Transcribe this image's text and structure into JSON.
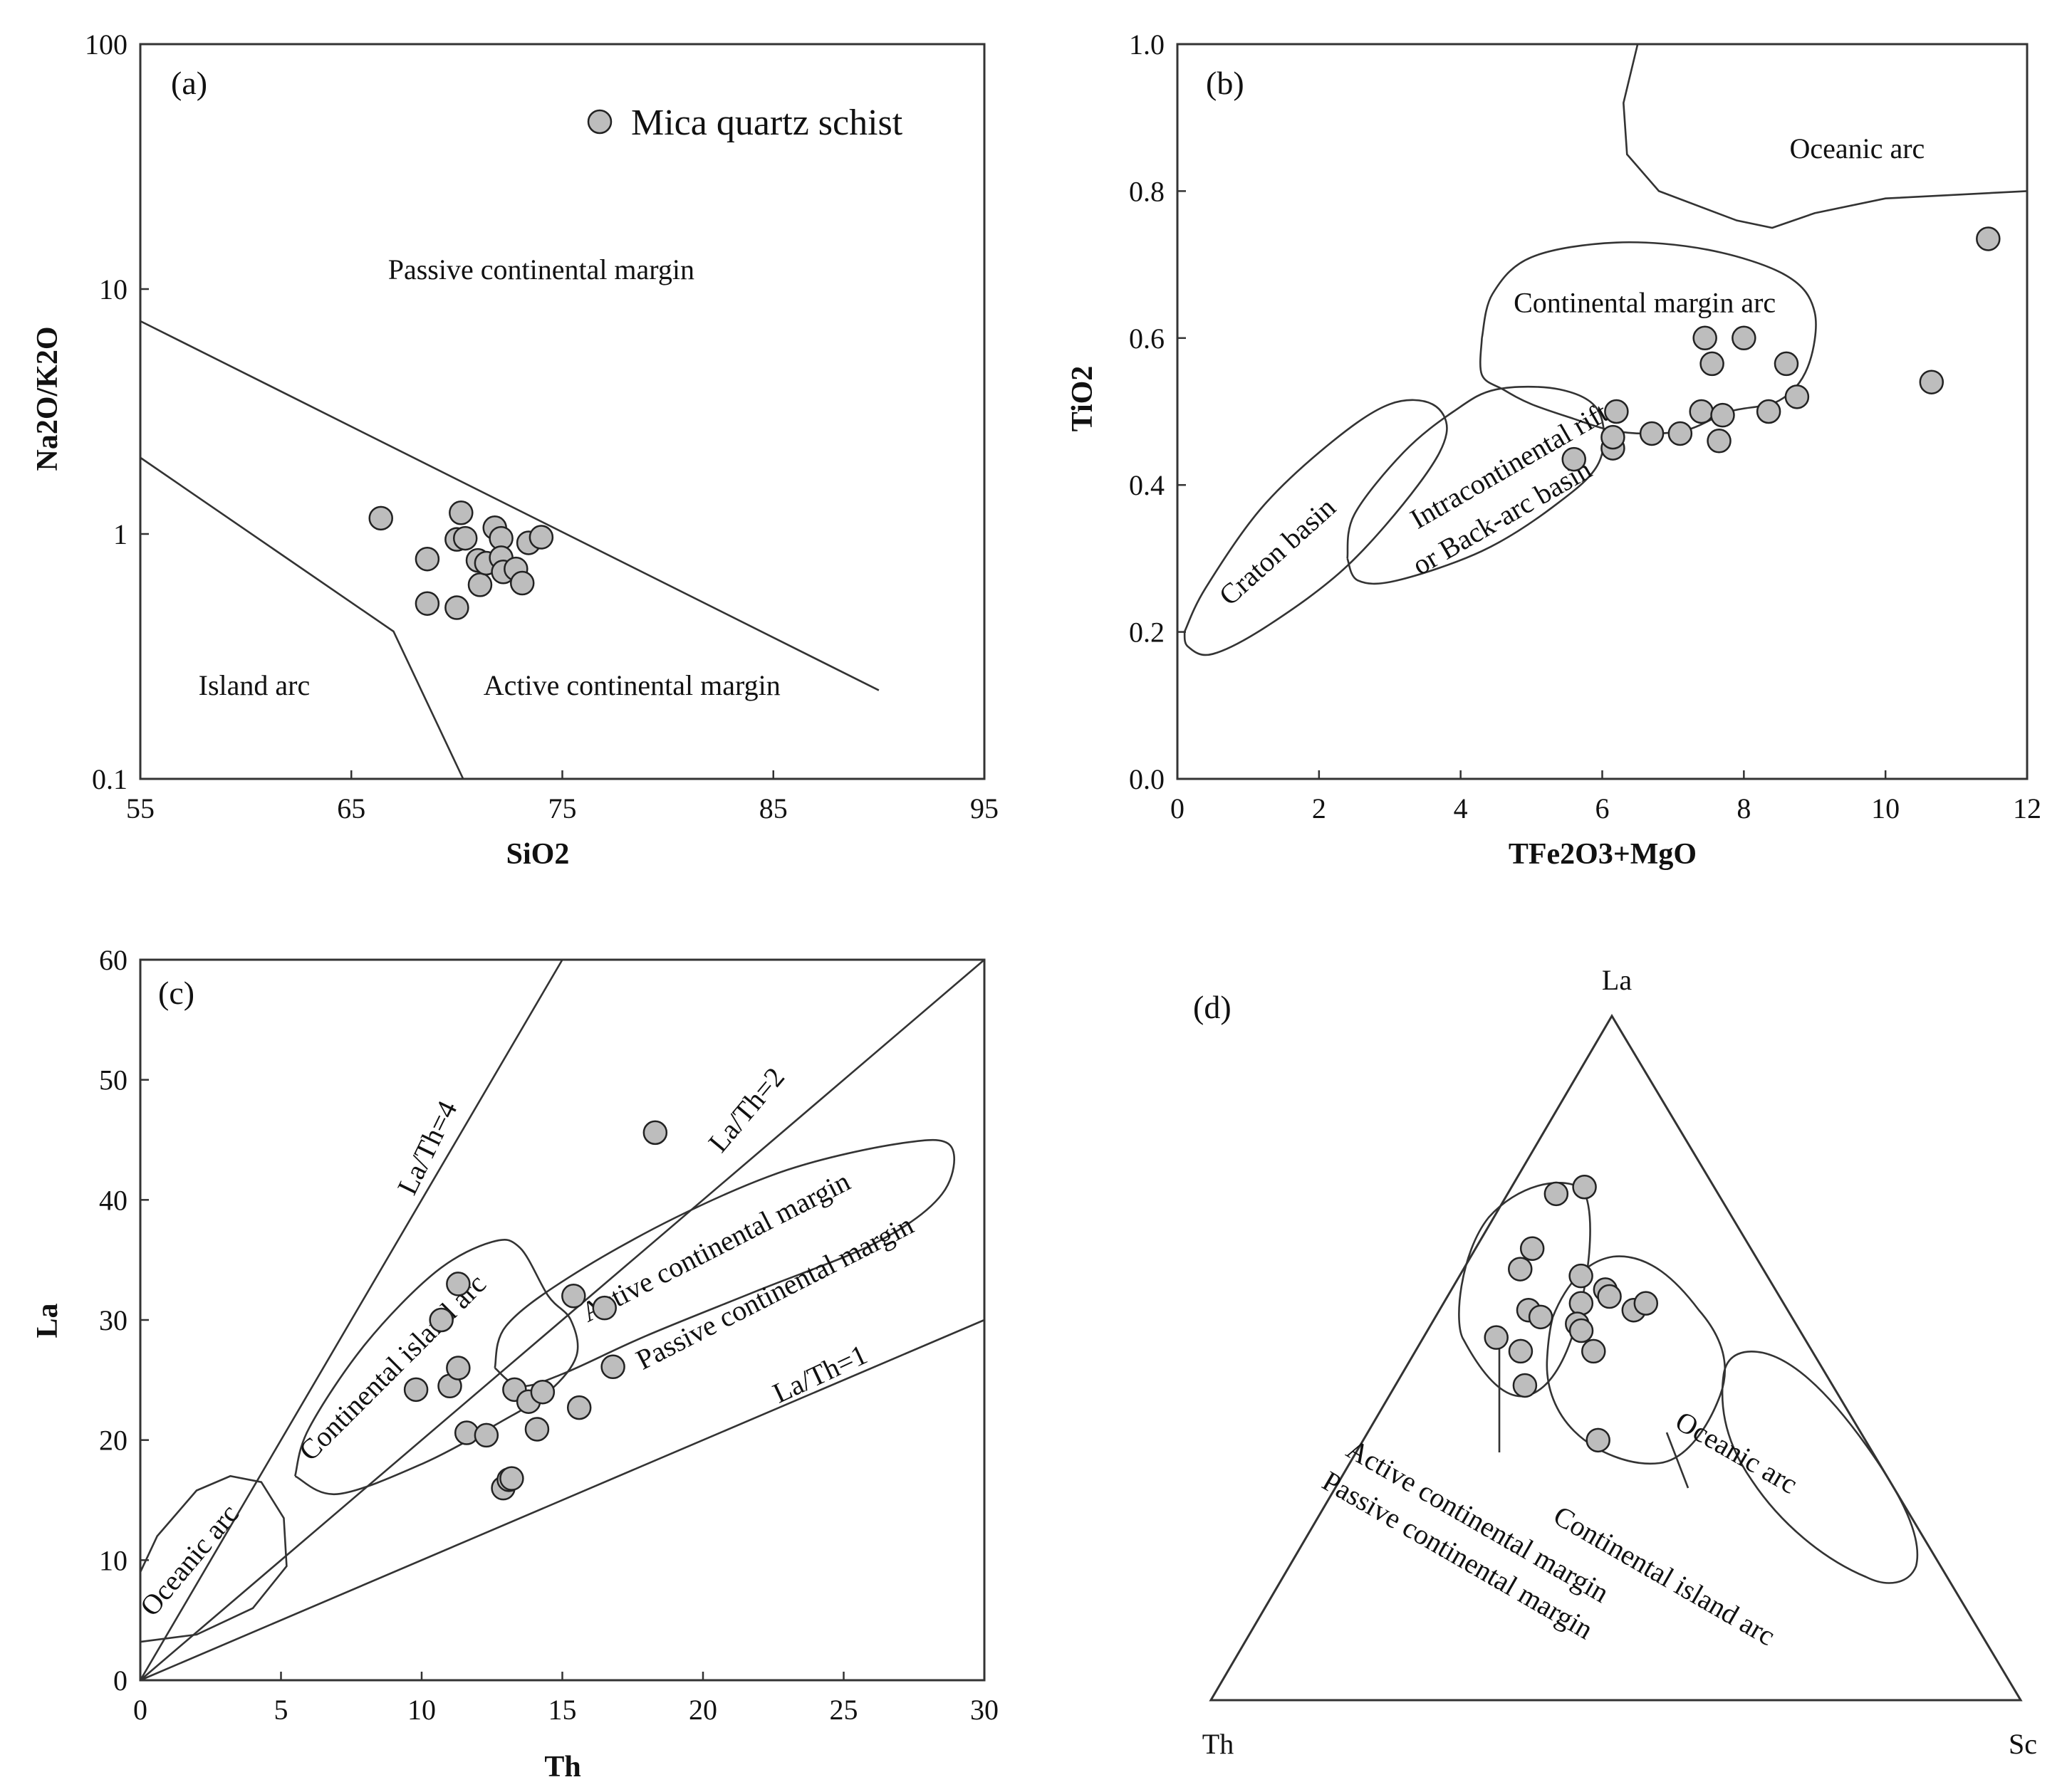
{
  "legend": {
    "label": "Mica quartz schist"
  },
  "chart_data": [
    {
      "id": "a",
      "type": "scatter",
      "panel_label": "(a)",
      "xlabel": "SiO2",
      "ylabel": "Na2O/K2O",
      "xlim": [
        55,
        95
      ],
      "ylim": [
        0.1,
        100
      ],
      "y_scale": "log",
      "x_ticks": [
        "55",
        "65",
        "75",
        "85",
        "95"
      ],
      "y_ticks": [
        "0.1",
        "1",
        "10",
        "100"
      ],
      "regions": [
        {
          "label": "Passive continental margin",
          "x": 74,
          "y": 11
        },
        {
          "label": "Active continental margin",
          "x": 78.3,
          "y": 0.22
        },
        {
          "label": "Island arc",
          "x": 60.4,
          "y": 0.22
        }
      ],
      "boundaries": [
        [
          [
            55,
            7.4
          ],
          [
            90,
            0.23
          ]
        ],
        [
          [
            55,
            2.05
          ],
          [
            67,
            0.4
          ],
          [
            70.3,
            0.1
          ]
        ]
      ],
      "series": [
        {
          "name": "Mica quartz schist",
          "x": [
            66.4,
            68.6,
            68.6,
            70,
            70,
            70.2,
            70.4,
            71,
            71.1,
            71.4,
            71.8,
            72.1,
            72.1,
            72.2,
            72.8,
            73.1,
            73.4,
            74
          ],
          "y": [
            1.16,
            0.79,
            0.52,
            0.95,
            0.5,
            1.22,
            0.96,
            0.78,
            0.62,
            0.76,
            1.06,
            0.96,
            0.8,
            0.7,
            0.72,
            0.63,
            0.92,
            0.97
          ]
        }
      ]
    },
    {
      "id": "b",
      "type": "scatter",
      "panel_label": "(b)",
      "xlabel": "TFe2O3+MgO",
      "ylabel": "TiO2",
      "xlim": [
        0,
        12
      ],
      "ylim": [
        0,
        1.0
      ],
      "x_ticks": [
        "0",
        "2",
        "4",
        "6",
        "8",
        "10",
        "12"
      ],
      "y_ticks": [
        "0.0",
        "0.2",
        "0.4",
        "0.6",
        "0.8",
        "1.0"
      ],
      "regions": [
        {
          "label": "Oceanic arc",
          "x": 9.6,
          "y": 0.845,
          "rot": 0
        },
        {
          "label": "Continental margin arc",
          "x": 6.6,
          "y": 0.635,
          "rot": 0
        },
        {
          "label": "Craton basin",
          "x": 1.5,
          "y": 0.3,
          "rot": -42
        },
        {
          "label": "Intracontinental rift",
          "x": 4.75,
          "y": 0.415,
          "rot": -30
        },
        {
          "label": "or Back-arc basin",
          "x": 4.65,
          "y": 0.345,
          "rot": -30
        }
      ],
      "boundaries": [
        [
          [
            6.5,
            1.0
          ],
          [
            6.3,
            0.92
          ],
          [
            6.35,
            0.85
          ],
          [
            6.8,
            0.8
          ],
          [
            7.9,
            0.76
          ],
          [
            8.4,
            0.75
          ],
          [
            9.0,
            0.77
          ],
          [
            10.0,
            0.79
          ],
          [
            12.0,
            0.8
          ]
        ],
        [
          [
            4.3,
            0.6
          ],
          [
            4.45,
            0.66
          ],
          [
            5.0,
            0.71
          ],
          [
            6.2,
            0.73
          ],
          [
            7.5,
            0.72
          ],
          [
            8.6,
            0.685
          ],
          [
            9.0,
            0.635
          ],
          [
            8.9,
            0.56
          ],
          [
            8.5,
            0.515
          ],
          [
            7.8,
            0.5
          ],
          [
            7.2,
            0.475
          ],
          [
            6.6,
            0.47
          ],
          [
            6.1,
            0.475
          ],
          [
            5.6,
            0.49
          ],
          [
            5.0,
            0.51
          ],
          [
            4.6,
            0.53
          ],
          [
            4.3,
            0.55
          ],
          [
            4.3,
            0.6
          ]
        ],
        [
          [
            0.1,
            0.2
          ],
          [
            0.4,
            0.26
          ],
          [
            1.2,
            0.37
          ],
          [
            2.2,
            0.46
          ],
          [
            3.0,
            0.51
          ],
          [
            3.6,
            0.51
          ],
          [
            3.8,
            0.47
          ],
          [
            3.4,
            0.4
          ],
          [
            2.4,
            0.29
          ],
          [
            1.3,
            0.21
          ],
          [
            0.5,
            0.17
          ],
          [
            0.15,
            0.18
          ],
          [
            0.1,
            0.2
          ]
        ],
        [
          [
            2.4,
            0.3
          ],
          [
            2.5,
            0.36
          ],
          [
            3.2,
            0.445
          ],
          [
            3.9,
            0.5
          ],
          [
            4.5,
            0.53
          ],
          [
            5.4,
            0.53
          ],
          [
            5.95,
            0.5
          ],
          [
            5.95,
            0.43
          ],
          [
            5.3,
            0.37
          ],
          [
            4.3,
            0.31
          ],
          [
            3.1,
            0.27
          ],
          [
            2.55,
            0.27
          ],
          [
            2.4,
            0.3
          ]
        ]
      ],
      "series": [
        {
          "name": "Mica quartz schist",
          "x": [
            5.6,
            6.15,
            6.15,
            6.2,
            6.7,
            7.1,
            7.4,
            7.45,
            7.55,
            7.65,
            7.7,
            8.0,
            8.35,
            8.6,
            8.75,
            10.65,
            11.45
          ],
          "y": [
            0.435,
            0.45,
            0.465,
            0.5,
            0.47,
            0.47,
            0.5,
            0.6,
            0.565,
            0.46,
            0.495,
            0.6,
            0.5,
            0.565,
            0.52,
            0.54,
            0.735
          ]
        }
      ]
    },
    {
      "id": "c",
      "type": "scatter",
      "panel_label": "(c)",
      "xlabel": "Th",
      "ylabel": "La",
      "xlim": [
        0,
        30
      ],
      "ylim": [
        0,
        60
      ],
      "x_ticks": [
        "0",
        "5",
        "10",
        "15",
        "20",
        "25",
        "30"
      ],
      "y_ticks": [
        "0",
        "10",
        "20",
        "30",
        "40",
        "50",
        "60"
      ],
      "ratio_lines": [
        {
          "label": "La/Th=4",
          "slope": 4,
          "x_end": 15,
          "label_x": 10.5,
          "label_y": 44,
          "rot": -64
        },
        {
          "label": "La/Th=2",
          "slope": 2,
          "x_end": 30,
          "label_x": 21.8,
          "label_y": 47,
          "rot": -50
        },
        {
          "label": "La/Th=1",
          "slope": 1,
          "x_end": 30,
          "label_x": 24.3,
          "label_y": 24.8,
          "rot": -25
        }
      ],
      "regions": [
        {
          "label": "Oceanic arc",
          "x": 2.0,
          "y": 9.5,
          "rot": -50
        },
        {
          "label": "Continental island arc",
          "x": 9.2,
          "y": 25.5,
          "rot": -45
        },
        {
          "label": "Active continental margin",
          "x": 20.6,
          "y": 35.4,
          "rot": -27
        },
        {
          "label": "Passive continental margin",
          "x": 22.7,
          "y": 31.6,
          "rot": -27
        }
      ],
      "boundaries": [
        [
          [
            0,
            3.2
          ],
          [
            2.0,
            3.8
          ],
          [
            4.0,
            6.0
          ],
          [
            5.2,
            9.5
          ],
          [
            5.1,
            13.5
          ],
          [
            4.3,
            16.5
          ],
          [
            3.2,
            17.0
          ],
          [
            2.0,
            15.8
          ],
          [
            0.6,
            12.0
          ],
          [
            0,
            9.0
          ]
        ],
        [
          [
            5.5,
            17.0
          ],
          [
            6.0,
            21.0
          ],
          [
            8.0,
            28.0
          ],
          [
            10.5,
            34.0
          ],
          [
            12.5,
            36.5
          ],
          [
            13.5,
            36.0
          ],
          [
            14.5,
            32.0
          ],
          [
            15.3,
            30.0
          ],
          [
            15.5,
            27.0
          ],
          [
            14.5,
            24.0
          ],
          [
            12.8,
            21.5
          ],
          [
            10.0,
            18.0
          ],
          [
            7.0,
            15.5
          ],
          [
            5.5,
            17.0
          ]
        ],
        [
          [
            12.6,
            26.0
          ],
          [
            13.0,
            29.5
          ],
          [
            15.2,
            33.5
          ],
          [
            19.0,
            38.5
          ],
          [
            23.0,
            42.5
          ],
          [
            27.0,
            44.7
          ],
          [
            28.8,
            44.5
          ],
          [
            28.5,
            40.5
          ],
          [
            26.2,
            36.5
          ],
          [
            22.0,
            32.5
          ],
          [
            18.0,
            28.7
          ],
          [
            15.0,
            25.5
          ],
          [
            13.5,
            24.5
          ],
          [
            12.6,
            26.0
          ]
        ]
      ],
      "series": [
        {
          "name": "Mica quartz schist",
          "x": [
            9.8,
            10.7,
            11.0,
            11.3,
            11.3,
            11.6,
            12.3,
            12.9,
            13.1,
            13.2,
            13.3,
            13.8,
            14.1,
            14.3,
            15.4,
            15.6,
            16.5,
            16.8,
            18.3
          ],
          "y": [
            24.2,
            30.0,
            24.5,
            33.0,
            26.0,
            20.6,
            20.4,
            16.0,
            16.7,
            16.8,
            24.2,
            23.2,
            20.9,
            24.0,
            32.0,
            22.7,
            31.0,
            26.1,
            45.6
          ]
        }
      ]
    },
    {
      "id": "d",
      "type": "scatter",
      "subtype": "ternary",
      "panel_label": "(d)",
      "apices": {
        "top": "La",
        "left": "Th",
        "right": "Sc"
      },
      "regions": [
        {
          "label": "Oceanic arc",
          "la": 0.35,
          "th": 0.18,
          "sc": 0.47,
          "rot": 30
        },
        {
          "label": "Continental island arc",
          "la": 0.17,
          "th": 0.36,
          "sc": 0.47,
          "rot": 30
        },
        {
          "label": "Active continental margin",
          "la": 0.25,
          "th": 0.55,
          "sc": 0.2,
          "rot": 30
        },
        {
          "label": "Passive continental margin",
          "la": 0.2,
          "th": 0.6,
          "sc": 0.2,
          "rot": 30
        }
      ],
      "series": [
        {
          "name": "Mica quartz schist",
          "la": [
            0.74,
            0.63,
            0.66,
            0.53,
            0.57,
            0.51,
            0.56,
            0.62,
            0.58,
            0.6,
            0.59,
            0.55,
            0.46,
            0.54,
            0.51,
            0.57,
            0.58,
            0.75,
            0.38
          ],
          "th": [
            0.2,
            0.3,
            0.27,
            0.38,
            0.32,
            0.36,
            0.31,
            0.23,
            0.25,
            0.21,
            0.21,
            0.27,
            0.38,
            0.27,
            0.27,
            0.19,
            0.17,
            0.16,
            0.33
          ],
          "sc": [
            0.06,
            0.07,
            0.07,
            0.09,
            0.11,
            0.13,
            0.13,
            0.15,
            0.17,
            0.19,
            0.2,
            0.18,
            0.16,
            0.19,
            0.22,
            0.24,
            0.25,
            0.09,
            0.29
          ]
        }
      ]
    }
  ]
}
